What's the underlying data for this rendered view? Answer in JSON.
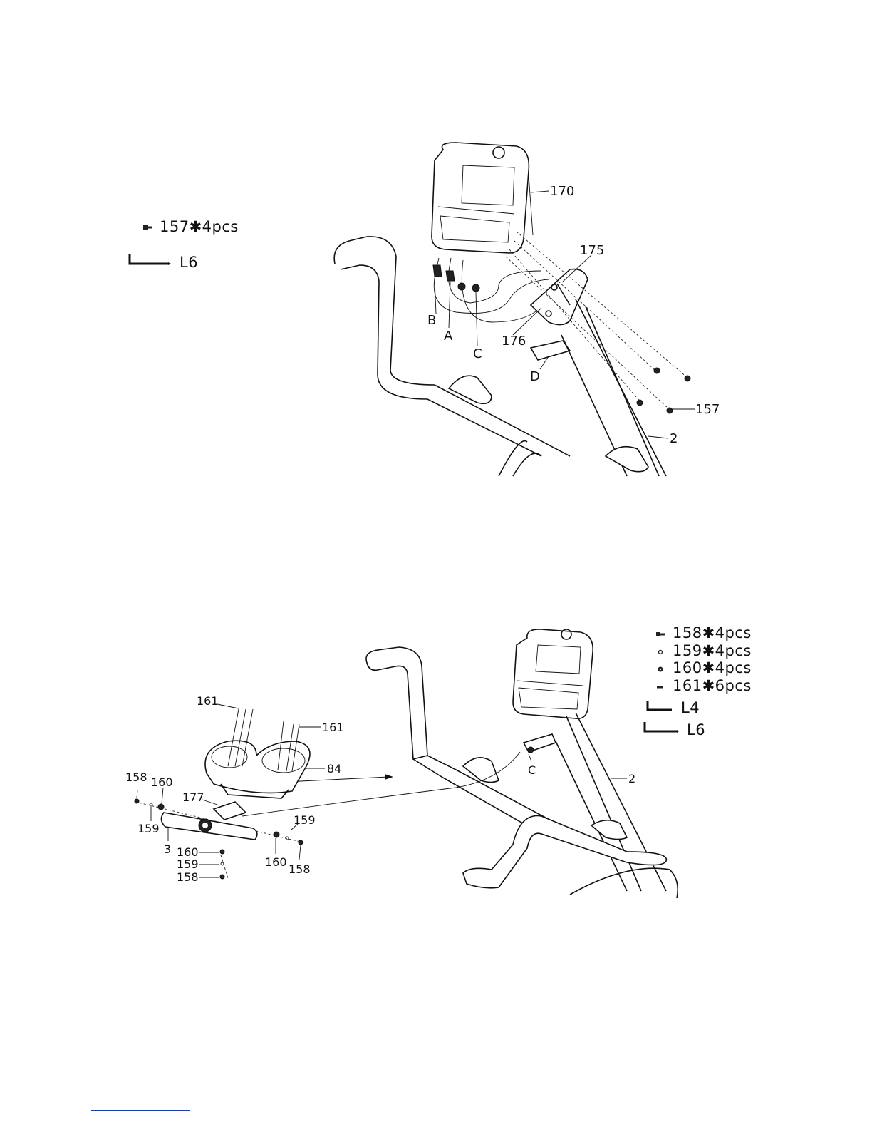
{
  "step1": {
    "hardware": [
      {
        "icon": "bolt-icon",
        "text": "157✱4pcs"
      },
      {
        "icon": "allen-key-icon",
        "text": "L6"
      }
    ],
    "callouts": [
      "170",
      "175",
      "176",
      "157",
      "2",
      "A",
      "B",
      "C",
      "D"
    ]
  },
  "step2": {
    "hardware": [
      {
        "icon": "bolt-icon",
        "text": "158✱4pcs"
      },
      {
        "icon": "washer-icon",
        "text": "159✱4pcs"
      },
      {
        "icon": "nut-icon",
        "text": "160✱4pcs"
      },
      {
        "icon": "screw-icon",
        "text": "161✱6pcs"
      },
      {
        "icon": "allen-key-icon",
        "text": "L4"
      },
      {
        "icon": "allen-key-icon",
        "text": "L6"
      }
    ],
    "callouts": [
      "161",
      "161",
      "84",
      "158",
      "160",
      "177",
      "159",
      "159",
      "3",
      "160",
      "160",
      "158",
      "159",
      "158",
      "C",
      "2"
    ]
  }
}
